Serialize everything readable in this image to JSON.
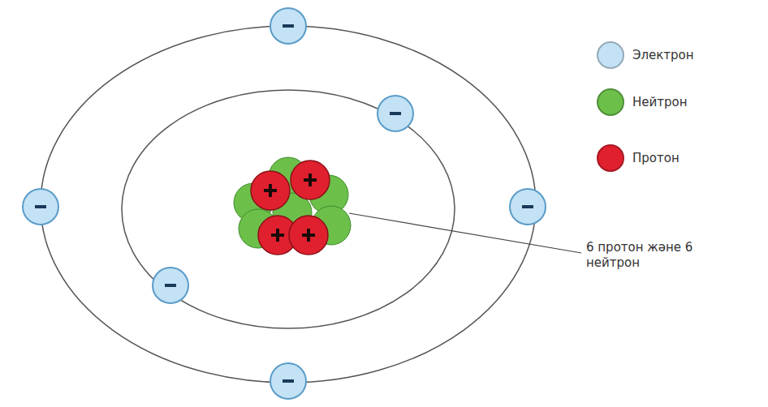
{
  "diagram": {
    "labels": [
      "6 протон және 6 нейтрон"
    ],
    "legend": [
      {
        "text": "Электрон",
        "color": "#c4e2f5"
      },
      {
        "text": "Нейтрон",
        "color": "#6cc04a"
      },
      {
        "text": "Протон",
        "color": "#e0202e"
      }
    ]
  }
}
